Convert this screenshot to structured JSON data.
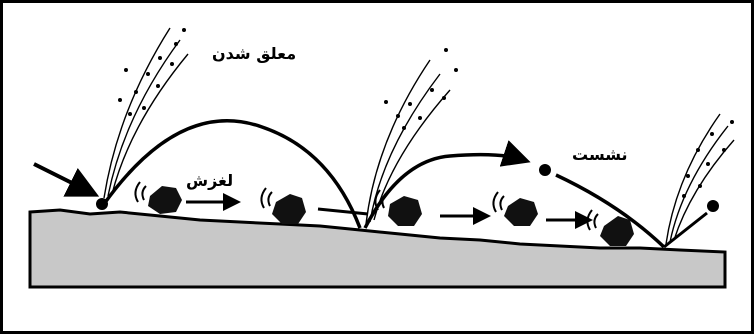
{
  "labels": {
    "suspension": "معلق شدن",
    "sliding": "لغزش",
    "settling": "نشست"
  },
  "colors": {
    "ground_fill": "#c8c8c8",
    "stroke": "#000000",
    "background": "#ffffff"
  }
}
